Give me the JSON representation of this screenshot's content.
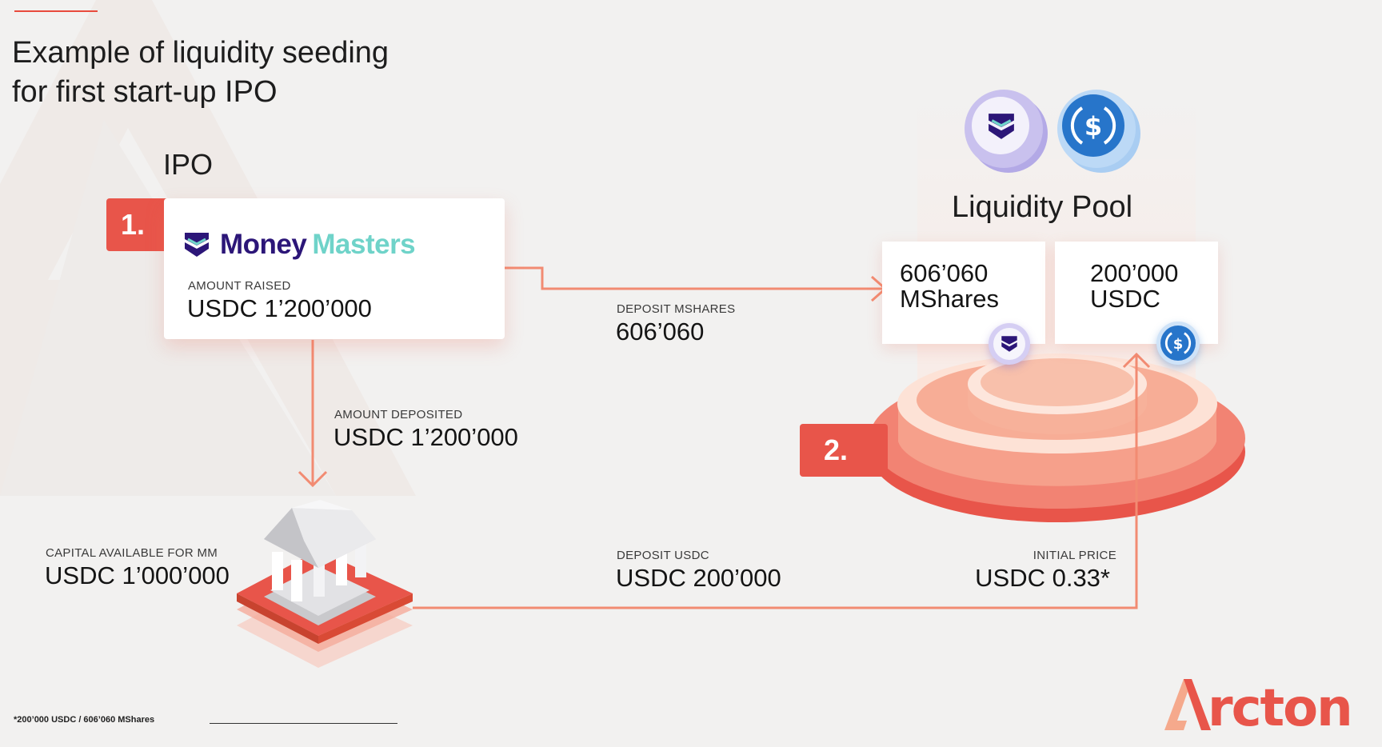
{
  "title": {
    "line1": "Example of liquidity seeding",
    "line2": "for first start-up IPO"
  },
  "ipo": {
    "heading": "IPO",
    "step_label": "1.",
    "brand_money": "Money",
    "brand_masters": "Masters",
    "amount_raised_label": "AMOUNT RAISED",
    "amount_raised_value": "USDC 1’200’000"
  },
  "deposit_mshares": {
    "label": "DEPOSIT MSHARES",
    "value": "606’060"
  },
  "amount_deposited": {
    "label": "AMOUNT DEPOSITED",
    "value": "USDC 1’200’000"
  },
  "capital": {
    "label": "CAPITAL AVAILABLE FOR MM",
    "value": "USDC 1’000’000"
  },
  "deposit_usdc": {
    "label": "DEPOSIT USDC",
    "value": "USDC 200’000"
  },
  "initial_price": {
    "label": "INITIAL PRICE",
    "value": "USDC 0.33*"
  },
  "pool": {
    "title": "Liquidity Pool",
    "step_label": "2.",
    "mshares_amount": "606’060",
    "mshares_unit": "MShares",
    "usdc_amount": "200’000",
    "usdc_unit": "USDC"
  },
  "footnote": "*200’000 USDC / 606’060 MShares",
  "icons": {
    "mshares_coin": "money-masters-coin-icon",
    "usdc_coin": "usdc-coin-icon",
    "bank": "bank-building-icon"
  },
  "colors": {
    "accent": "#e8554a",
    "arrow": "#f28b72",
    "brand_dark": "#2c1678",
    "brand_teal": "#6fd3c9",
    "usdc_blue": "#2775ca"
  }
}
